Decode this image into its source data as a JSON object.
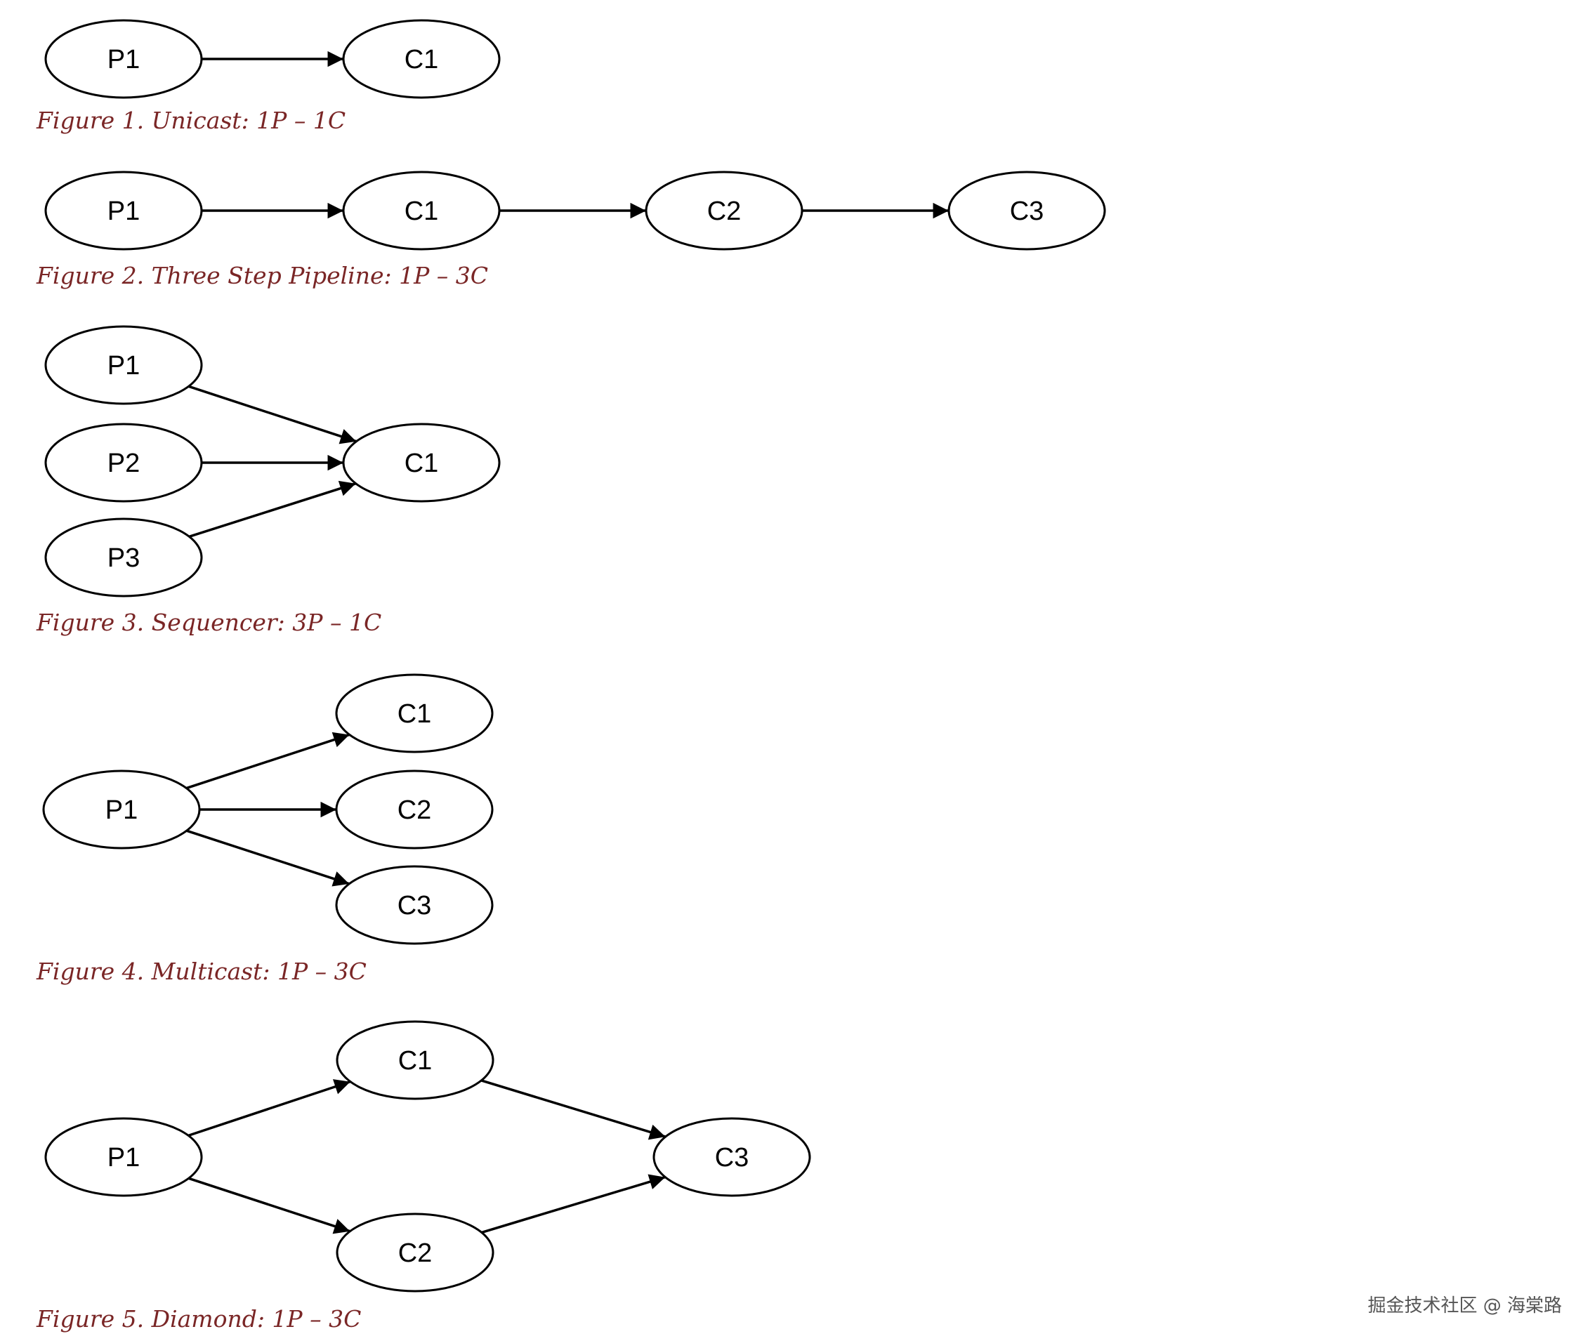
{
  "colors": {
    "caption": "#7a2626",
    "stroke": "#000000",
    "watermark": "#555555"
  },
  "figures": [
    {
      "caption": "Figure 1. Unicast: 1P – 1C",
      "nodes": [
        {
          "id": "P1",
          "label": "P1"
        },
        {
          "id": "C1",
          "label": "C1"
        }
      ],
      "edges": [
        [
          "P1",
          "C1"
        ]
      ]
    },
    {
      "caption": "Figure 2. Three Step Pipeline: 1P – 3C",
      "nodes": [
        {
          "id": "P1",
          "label": "P1"
        },
        {
          "id": "C1",
          "label": "C1"
        },
        {
          "id": "C2",
          "label": "C2"
        },
        {
          "id": "C3",
          "label": "C3"
        }
      ],
      "edges": [
        [
          "P1",
          "C1"
        ],
        [
          "C1",
          "C2"
        ],
        [
          "C2",
          "C3"
        ]
      ]
    },
    {
      "caption": "Figure 3. Sequencer: 3P – 1C",
      "nodes": [
        {
          "id": "P1",
          "label": "P1"
        },
        {
          "id": "P2",
          "label": "P2"
        },
        {
          "id": "P3",
          "label": "P3"
        },
        {
          "id": "C1",
          "label": "C1"
        }
      ],
      "edges": [
        [
          "P1",
          "C1"
        ],
        [
          "P2",
          "C1"
        ],
        [
          "P3",
          "C1"
        ]
      ]
    },
    {
      "caption": "Figure 4. Multicast: 1P – 3C",
      "nodes": [
        {
          "id": "P1",
          "label": "P1"
        },
        {
          "id": "C1",
          "label": "C1"
        },
        {
          "id": "C2",
          "label": "C2"
        },
        {
          "id": "C3",
          "label": "C3"
        }
      ],
      "edges": [
        [
          "P1",
          "C1"
        ],
        [
          "P1",
          "C2"
        ],
        [
          "P1",
          "C3"
        ]
      ]
    },
    {
      "caption": "Figure 5. Diamond: 1P – 3C",
      "nodes": [
        {
          "id": "P1",
          "label": "P1"
        },
        {
          "id": "C1",
          "label": "C1"
        },
        {
          "id": "C2",
          "label": "C2"
        },
        {
          "id": "C3",
          "label": "C3"
        }
      ],
      "edges": [
        [
          "P1",
          "C1"
        ],
        [
          "P1",
          "C2"
        ],
        [
          "C1",
          "C3"
        ],
        [
          "C2",
          "C3"
        ]
      ]
    }
  ],
  "watermark": "掘金技术社区 @ 海棠路"
}
